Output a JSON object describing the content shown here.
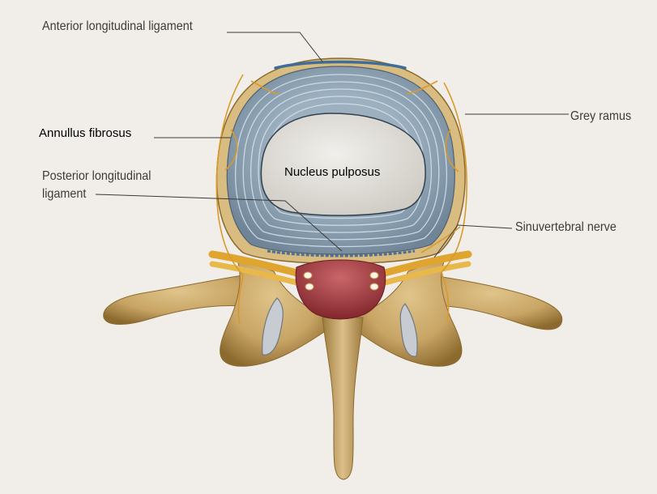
{
  "labels": {
    "anterior_longitudinal_ligament": "Anterior longitudinal ligament",
    "annulus_fibrosus": "Annullus fibrosus",
    "nucleus_pulposus": "Nucleus pulposus",
    "posterior_longitudinal_ligament_line1": "Posterior longitudinal",
    "posterior_longitudinal_ligament_line2": "ligament",
    "grey_ramus": "Grey ramus",
    "sinuvertebral_nerve": "Sinuvertebral nerve"
  },
  "colors": {
    "background": "#f1eeea",
    "bone": "#c8a565",
    "bone_shadow": "#8c6a2f",
    "annulus": "#8ea3b4",
    "annulus_line": "#d9e2ea",
    "nucleus": "#e2e0db",
    "nerve": "#e0a52f",
    "dura": "#a4343a",
    "leader": "#3a3a3a"
  }
}
